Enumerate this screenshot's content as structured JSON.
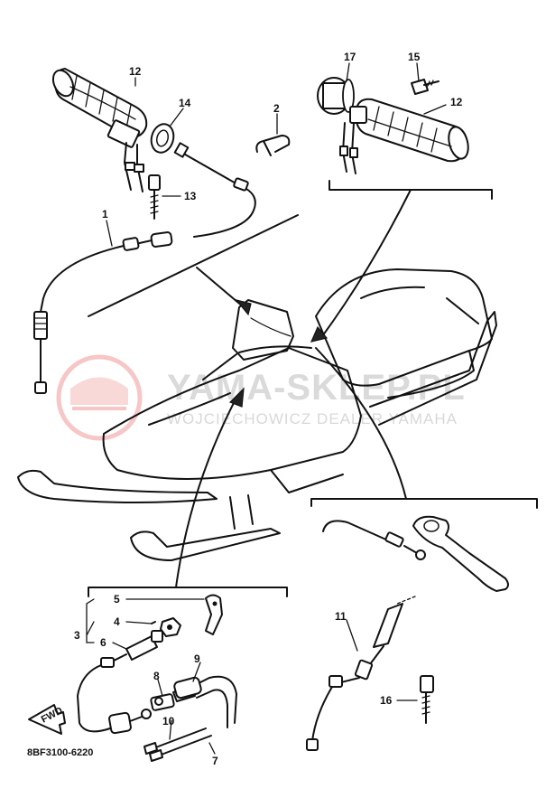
{
  "diagram": {
    "code": "8BF3100-6220",
    "arrow_label": "FWD",
    "watermark": {
      "site": "YAMA-SKLEP.PL",
      "tagline": "WOJCIECHOWICZ DEALER YAMAHA"
    },
    "labels": {
      "p1": "1",
      "p2": "2",
      "p3": "3",
      "p4": "4",
      "p5": "5",
      "p6": "6",
      "p7": "7",
      "p8": "8",
      "p9": "9",
      "p10": "10",
      "p11": "11",
      "p12a": "12",
      "p12b": "12",
      "p13": "13",
      "p14": "14",
      "p15": "15",
      "p16": "16",
      "p17": "17"
    }
  }
}
